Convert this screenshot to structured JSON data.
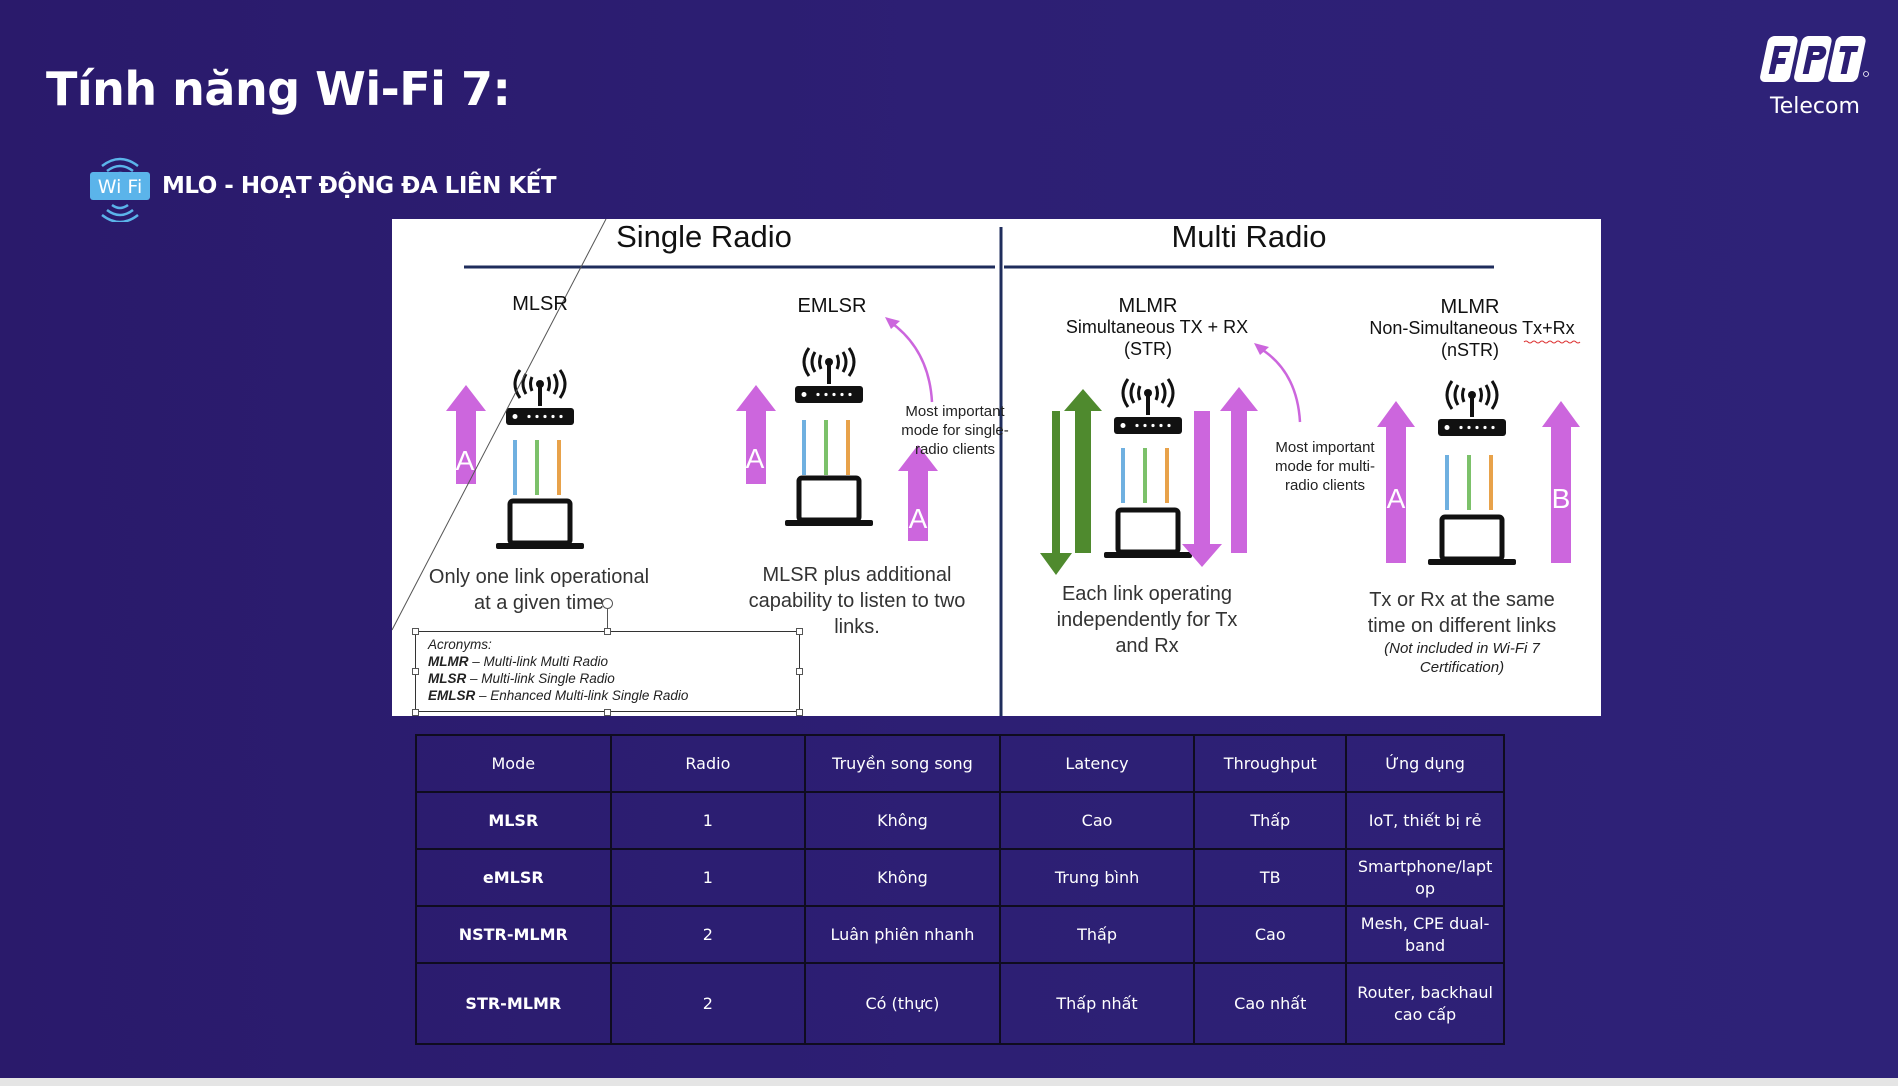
{
  "slide": {
    "title": "Tính năng Wi-Fi 7:",
    "subtitle": "MLO - HOẠT ĐỘNG ĐA LIÊN KẾT",
    "wifi_badge_text": "Wi Fi",
    "logo_text": "Telecom",
    "logo_mark": "FPT"
  },
  "diagram": {
    "single_radio": "Single Radio",
    "multi_radio": "Multi Radio",
    "mlsr": {
      "title": "MLSR",
      "link_label": "A",
      "desc_line1": "Only one link operational",
      "desc_line2": "at a given time"
    },
    "emlsr": {
      "title": "EMLSR",
      "link_label_up": "A",
      "link_label_down": "A",
      "note_line1": "Most important",
      "note_line2": "mode for single-",
      "note_line3": "radio clients",
      "desc_line1": "MLSR plus additional",
      "desc_line2": "capability to listen to two",
      "desc_line3": "links."
    },
    "mlmr_str": {
      "title": "MLMR",
      "sub1": "Simultaneous TX + RX",
      "sub2": "(STR)",
      "note_line1": "Most important",
      "note_line2": "mode for multi-",
      "note_line3": "radio clients",
      "desc_line1": "Each link operating",
      "desc_line2": "independently for Tx",
      "desc_line3": "and Rx"
    },
    "mlmr_nstr": {
      "title": "MLMR",
      "sub1": "Non-Simultaneous Tx+Rx",
      "sub2": "(nSTR)",
      "link_label_a": "A",
      "link_label_b": "B",
      "desc_line1": "Tx or Rx at the same",
      "desc_line2": "time on different links",
      "note_line1": "(Not included in Wi-Fi 7",
      "note_line2": "Certification)"
    },
    "acronyms": {
      "heading": "Acronyms:",
      "items": [
        {
          "abbr": "MLMR",
          "meaning": " – Multi-link Multi Radio"
        },
        {
          "abbr": "MLSR",
          "meaning": " – Multi-link Single Radio"
        },
        {
          "abbr": "EMLSR",
          "meaning": " – Enhanced Multi-link Single Radio"
        }
      ]
    }
  },
  "colors": {
    "background": "#2d1f74",
    "arrow_magenta": "#cc66dd",
    "arrow_green": "#4f8a2e",
    "line_blue": "#6fb0e0",
    "line_green": "#7cc16a",
    "line_orange": "#e8a24a",
    "divider_navy": "#1f2d5c"
  },
  "table": {
    "headers": [
      "Mode",
      "Radio",
      "Truyền song song",
      "Latency",
      "Throughput",
      "Ứng dụng"
    ],
    "rows": [
      [
        "MLSR",
        "1",
        "Không",
        "Cao",
        "Thấp",
        "IoT, thiết bị rẻ"
      ],
      [
        "eMLSR",
        "1",
        "Không",
        "Trung bình",
        "TB",
        "Smartphone/laptop"
      ],
      [
        "NSTR-MLMR",
        "2",
        "Luân phiên nhanh",
        "Thấp",
        "Cao",
        "Mesh, CPE dual-band"
      ],
      [
        "STR-MLMR",
        "2",
        "Có (thực)",
        "Thấp nhất",
        "Cao nhất",
        "Router, backhaul cao cấp"
      ]
    ]
  }
}
